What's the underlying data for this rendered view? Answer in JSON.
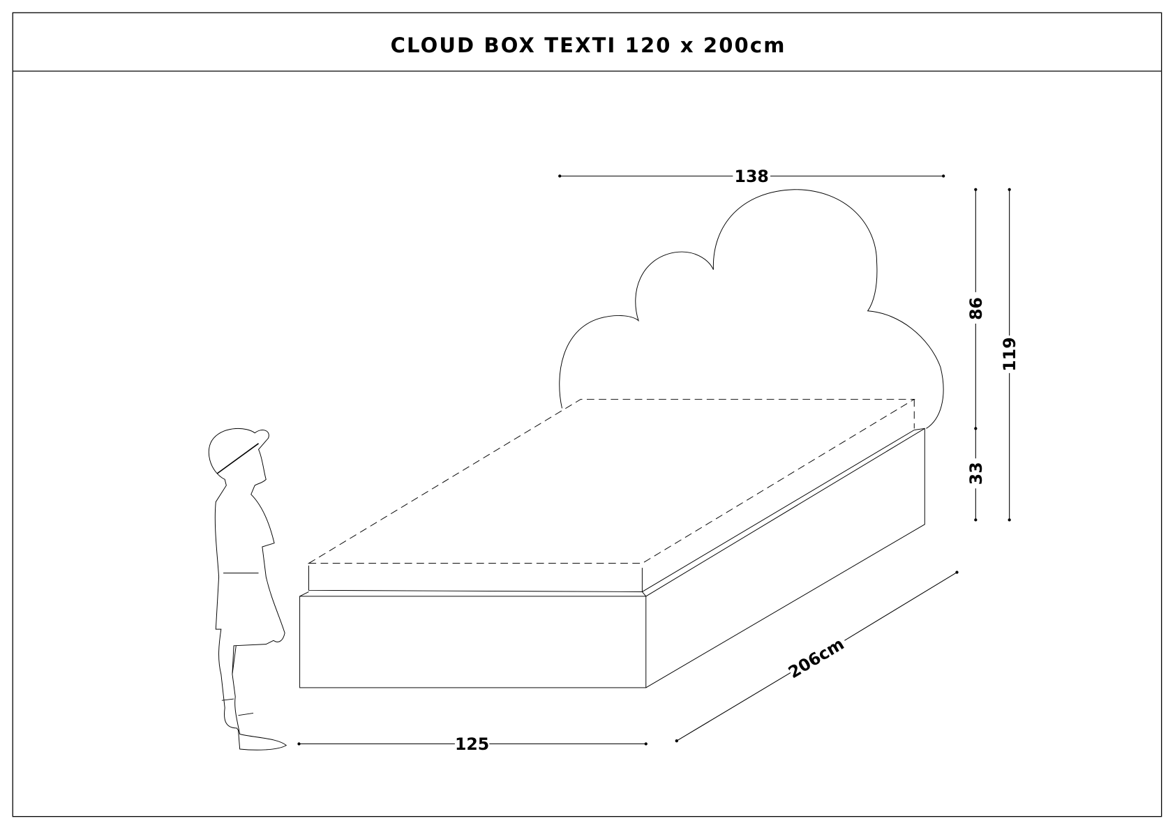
{
  "title": "CLOUD BOX TEXTI 120 x 200cm",
  "dimensions": {
    "headboard_width": "138",
    "headboard_height": "86",
    "base_height": "33",
    "total_height": "119",
    "bed_width": "125",
    "bed_length": "206cm"
  },
  "colors": {
    "line": "#000000",
    "background": "#ffffff"
  }
}
